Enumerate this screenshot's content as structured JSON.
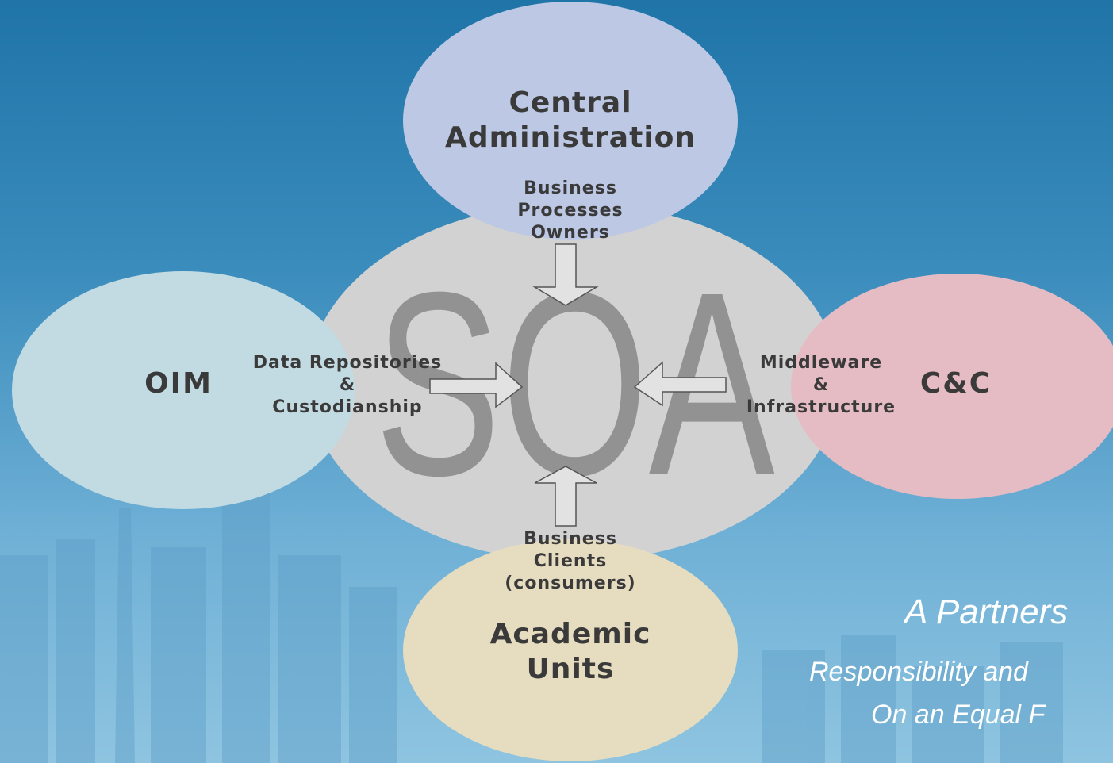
{
  "soa_letters": "SOA",
  "nodes": {
    "top": {
      "title_line1": "Central",
      "title_line2": "Administration",
      "role_line1": "Business",
      "role_line2": "Processes",
      "role_line3": "Owners"
    },
    "left": {
      "title": "OIM",
      "role_line1": "Data Repositories",
      "role_line2": "&",
      "role_line3": "Custodianship"
    },
    "right": {
      "title": "C&C",
      "role_line1": "Middleware",
      "role_line2": "&",
      "role_line3": "Infrastructure"
    },
    "bottom": {
      "title_line1": "Academic",
      "title_line2": "Units",
      "role_line1": "Business",
      "role_line2": "Clients",
      "role_line3": "(consumers)"
    }
  },
  "tagline": {
    "line1": "A Partners",
    "line2": "Responsibility and",
    "line3": "On an Equal F"
  },
  "colors": {
    "center": "#d2d2d2",
    "top": "#bcc8e4",
    "left": "#c2dbe3",
    "right": "#e6bcc4",
    "bottom": "#e6dcc0",
    "soa": "#8c8c8c"
  }
}
